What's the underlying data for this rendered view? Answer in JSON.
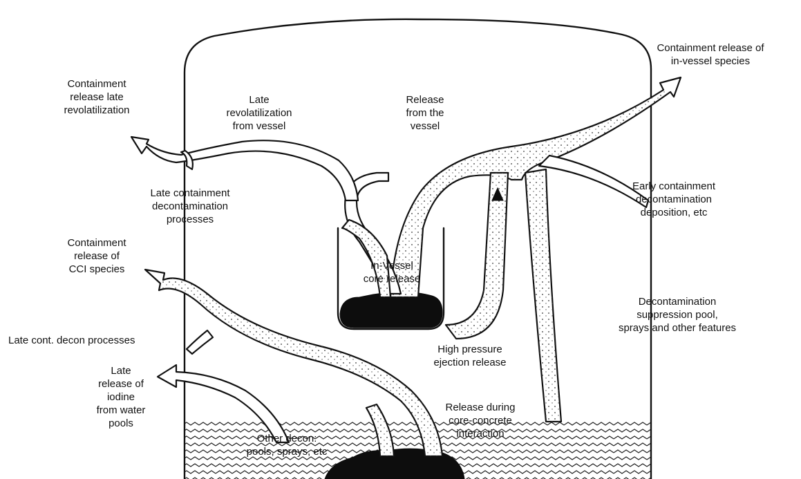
{
  "labels": {
    "containment_release_in_vessel": "Containment release of\nin-vessel species",
    "containment_release_late_revol": "Containment\nrelease  late\nrevolatilization",
    "late_revol_from_vessel": "Late\nrevolatilization\nfrom vessel",
    "release_from_vessel": "Release\nfrom the\nvessel",
    "late_containment_decon": "Late containment\ndecontamination\nprocesses",
    "early_containment_decon": "Early containment\ndecontamination\ndeposition, etc",
    "containment_release_cci": "Containment\nrelease of\nCCI species",
    "in_vessel_core_release": "In-Vessel\ncore release",
    "decon_suppression": "Decontamination\nsuppression pool,\nsprays and other features",
    "late_cont_decon_processes": "Late cont. decon  processes",
    "high_pressure_ejection": "High pressure\nejection release",
    "late_release_iodine": "Late\nrelease of\niodine\nfrom water\npools",
    "release_during_cci": "Release during\ncore-concrete\ninteraction",
    "other_decon": "Other decon:\npools, sprays, etc"
  }
}
